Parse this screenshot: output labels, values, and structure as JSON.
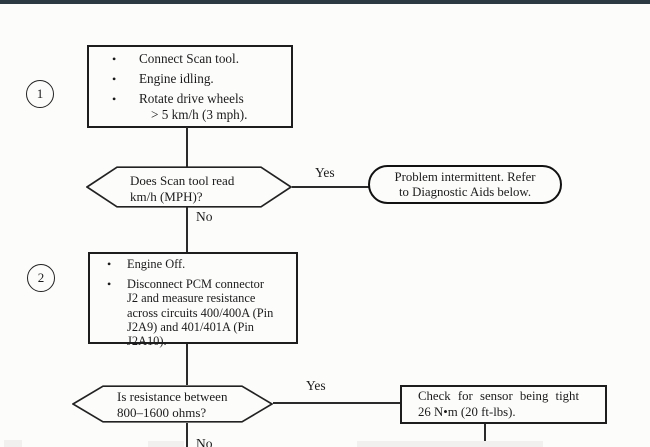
{
  "page": {
    "background": "#fcfcfb",
    "ink": "#1b1b1b",
    "topbar_color": "#2c3842",
    "shape_border_color": "#1d1d1d"
  },
  "glyphs": {
    "bullet": "•"
  },
  "flow": {
    "step1": {
      "number": "1"
    },
    "step2": {
      "number": "2"
    },
    "box1": {
      "bullets": [
        {
          "l0": "Connect Scan tool."
        },
        {
          "l0": "Engine idling."
        },
        {
          "l0": "Rotate drive wheels",
          "l1": "> 5 km/h (3 mph)."
        }
      ]
    },
    "decision1": {
      "l0": "Does Scan tool read",
      "l1": "km/h (MPH)?"
    },
    "yes1": "Yes",
    "no1": "No",
    "oval": {
      "l0": "Problem intermittent. Refer",
      "l1": "to Diagnostic Aids below."
    },
    "box2": {
      "bullets": [
        {
          "l0": "Engine Off."
        },
        {
          "l0": "Disconnect PCM connector",
          "l1": "J2 and measure resistance",
          "l2": "across circuits 400/400A (Pin",
          "l3": "J2A9) and 401/401A (Pin",
          "l4": "J2A10)."
        }
      ]
    },
    "decision2": {
      "l0": "Is resistance between",
      "l1": "800–1600 ohms?"
    },
    "yes2": "Yes",
    "no2": "No",
    "box3": {
      "l0": "Check for sensor being tight",
      "l1": "26 N•m (20 ft-lbs)."
    }
  }
}
